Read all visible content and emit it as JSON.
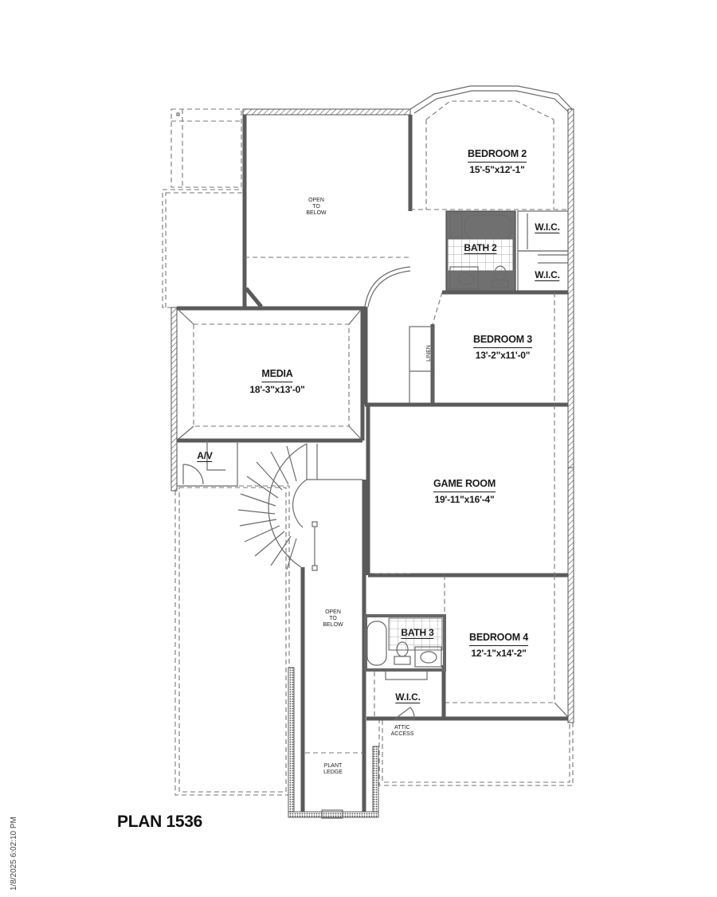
{
  "plan": {
    "title": "PLAN 1536",
    "timestamp": "1/8/2025 6:02:10 PM"
  },
  "rooms": {
    "bedroom2": {
      "name": "BEDROOM 2",
      "dims": "15'-5\"x12'-1\""
    },
    "bath2": {
      "name": "BATH 2"
    },
    "wic_upper": {
      "name": "W.I.C."
    },
    "wic_lower": {
      "name": "W.I.C."
    },
    "bedroom3": {
      "name": "BEDROOM 3",
      "dims": "13'-2\"x11'-0\""
    },
    "media": {
      "name": "MEDIA",
      "dims": "18'-3\"x13'-0\""
    },
    "game_room": {
      "name": "GAME ROOM",
      "dims": "19'-11\"x16'-4\""
    },
    "bedroom4": {
      "name": "BEDROOM 4",
      "dims": "12'-1\"x14'-2\""
    },
    "bath3": {
      "name": "BATH 3"
    },
    "wic_bed4": {
      "name": "W.I.C."
    },
    "av": {
      "name": "A/V"
    }
  },
  "annotations": {
    "open_to_below_top": "OPEN\nTO\nBELOW",
    "open_to_below_stair": "OPEN\nTO\nBELOW",
    "plant_ledge": "PLANT\nLEDGE",
    "attic_access": "ATTIC\nACCESS",
    "linen": "LINEN"
  }
}
